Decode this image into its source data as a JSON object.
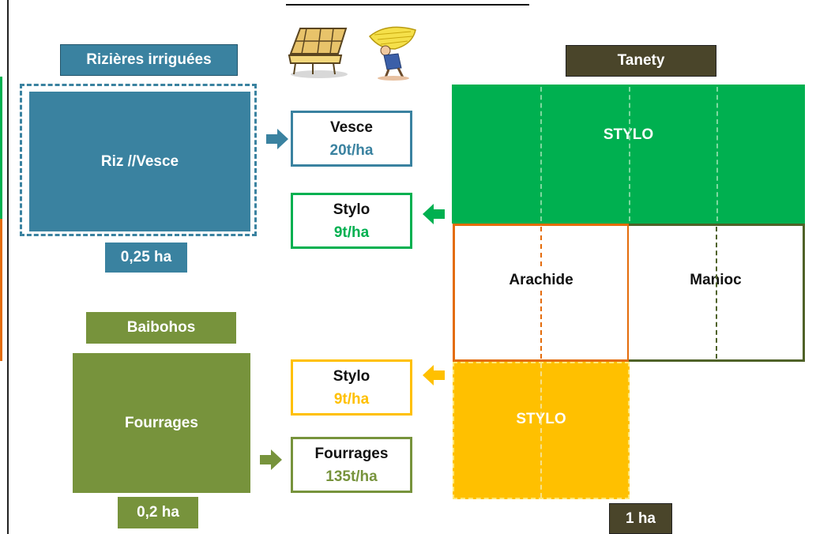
{
  "colors": {
    "teal": "#3A82A0",
    "green": "#00B050",
    "olive": "#77933C",
    "orange": "#E46C0A",
    "yellow": "#FFC000",
    "dark": "#4A452A"
  },
  "left": {
    "rice": {
      "title": "Rizières irriguées",
      "field": "Riz //Vesce",
      "area": "0,25 ha"
    },
    "baibohos": {
      "title": "Baibohos",
      "field": "Fourrages",
      "area": "0,2 ha"
    }
  },
  "outputs": [
    {
      "name": "Vesce",
      "value": "20t/ha"
    },
    {
      "name": "Stylo",
      "value": "9t/ha"
    },
    {
      "name": "Stylo",
      "value": "9t/ha"
    },
    {
      "name": "Fourrages",
      "value": "135t/ha"
    }
  ],
  "tanety": {
    "title": "Tanety",
    "top": "STYLO",
    "arachide": "Arachide",
    "manioc": "Manioc",
    "bottom": "STYLO",
    "area": "1 ha"
  },
  "icons": [
    "hay-cart-icon",
    "farmer-carrying-hay-icon"
  ]
}
